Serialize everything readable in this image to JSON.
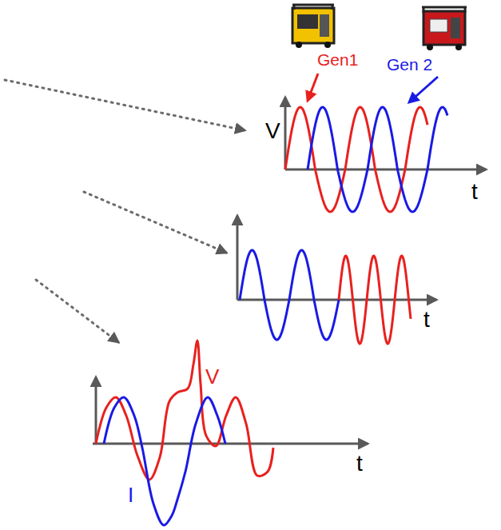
{
  "diagram": {
    "labels": [
      "Gen1",
      "Gen 2",
      "V",
      "t",
      "t",
      "V",
      "I",
      "t"
    ]
  }
}
